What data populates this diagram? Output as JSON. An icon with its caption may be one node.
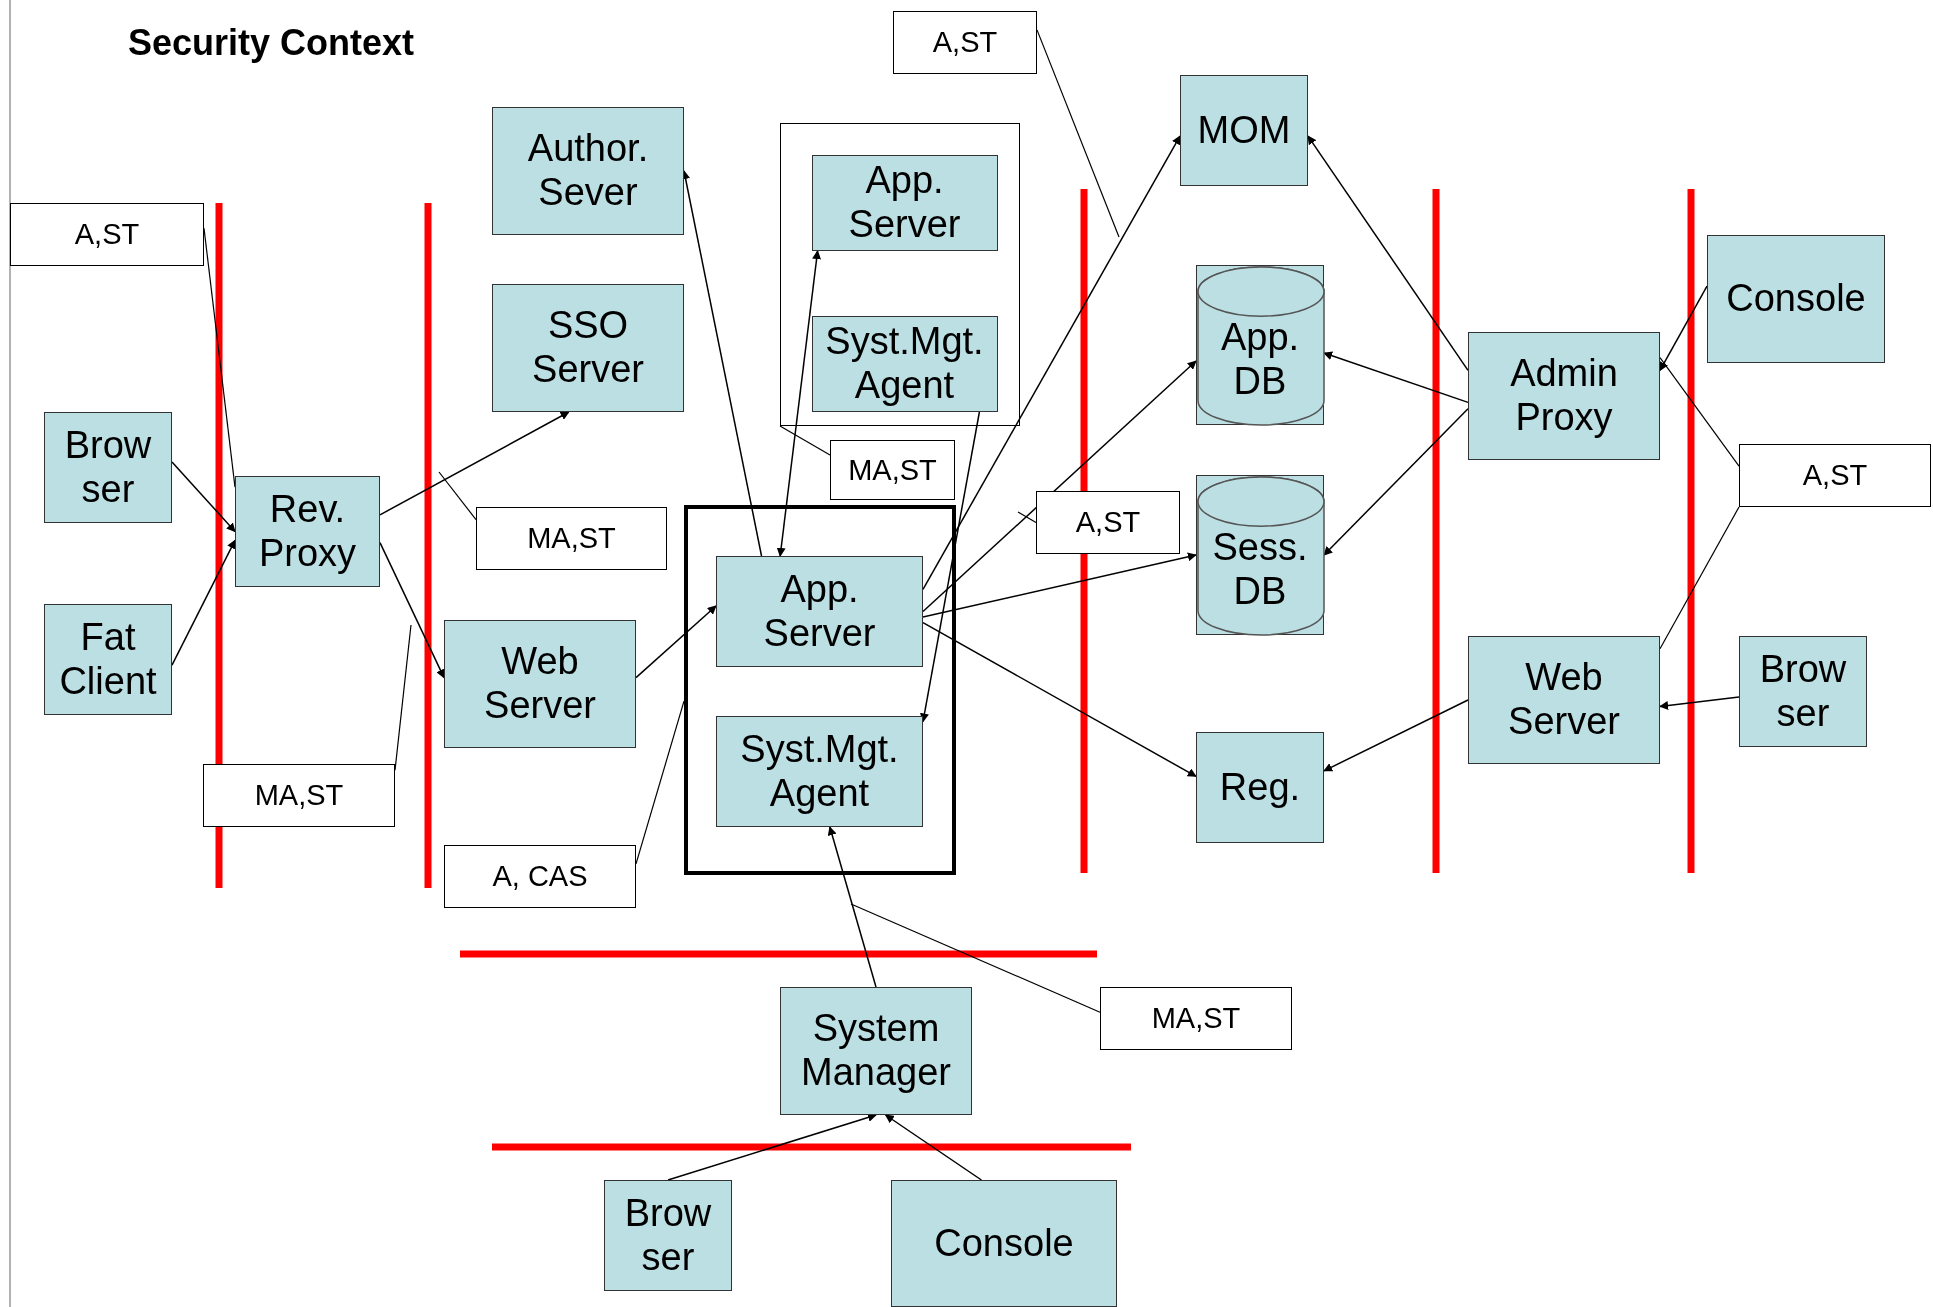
{
  "diagram": {
    "title": "Security Context",
    "nodes": [
      {
        "text": [
          "Brow ser"
        ]
      },
      {
        "text": [
          "Fat Client"
        ]
      },
      {
        "text": [
          "Rev. Proxy"
        ]
      },
      {
        "text": [
          "Author. Sever"
        ]
      },
      {
        "text": [
          "SSO Server"
        ]
      },
      {
        "text": [
          "Web Server"
        ]
      },
      {
        "text": [],
        "shape": "box"
      },
      {
        "text": [
          "App. Server"
        ],
        "in": 6
      },
      {
        "text": [
          "Syst.Mgt. Agent"
        ],
        "in": 6
      },
      {
        "text": [],
        "shape": "box"
      },
      {
        "text": [
          "App. Server"
        ],
        "in": 9
      },
      {
        "text": [
          "Syst.Mgt. Agent"
        ],
        "in": 9
      },
      {
        "text": [
          "MOM"
        ]
      },
      {
        "text": [
          "App. DB"
        ]
      },
      {
        "text": [
          "Sess. DB"
        ]
      },
      {
        "text": [
          "Reg."
        ]
      },
      {
        "text": [
          "Admin Proxy"
        ]
      },
      {
        "text": [
          "Console"
        ]
      },
      {
        "text": [
          "Web Server"
        ]
      },
      {
        "text": [
          "Brow ser"
        ]
      },
      {
        "text": [
          "System Manager"
        ]
      },
      {
        "text": [
          "Brow ser"
        ]
      },
      {
        "text": [
          "Console"
        ]
      },
      {
        "text": [
          "A,ST"
        ]
      },
      {
        "text": [
          "MA,ST"
        ]
      },
      {
        "text": [
          "MA,ST"
        ]
      },
      {
        "text": [
          "A, CAS"
        ]
      },
      {
        "text": [
          "A,ST"
        ]
      },
      {
        "text": [
          "MA,ST"
        ]
      },
      {
        "text": [
          "A,ST"
        ]
      },
      {
        "text": [
          "A,ST"
        ]
      },
      {
        "text": [
          "MA,ST"
        ]
      }
    ],
    "edges": [
      {
        "from": 0,
        "to": 2,
        "arrow": "to"
      },
      {
        "from": 1,
        "to": 2,
        "arrow": "to"
      },
      {
        "from": 2,
        "to": 4,
        "arrow": "to"
      },
      {
        "from": 2,
        "to": 5,
        "arrow": "to"
      },
      {
        "from": 5,
        "to": 10,
        "arrow": "to"
      },
      {
        "from": 10,
        "to": 3,
        "arrow": "to"
      },
      {
        "from": 7,
        "to": 10,
        "arrow": "both"
      },
      {
        "from": 8,
        "to": 11,
        "arrow": "to"
      },
      {
        "from": 10,
        "to": 12,
        "arrow": "to"
      },
      {
        "from": 10,
        "to": 13,
        "arrow": "to"
      },
      {
        "from": 10,
        "to": 14,
        "arrow": "to"
      },
      {
        "from": 10,
        "to": 15,
        "arrow": "to"
      },
      {
        "from": 16,
        "to": 12,
        "arrow": "to"
      },
      {
        "from": 16,
        "to": 13,
        "arrow": "to"
      },
      {
        "from": 16,
        "to": 14,
        "arrow": "to"
      },
      {
        "from": 17,
        "to": 16,
        "arrow": "to"
      },
      {
        "from": 19,
        "to": 18,
        "arrow": "to"
      },
      {
        "from": 18,
        "to": 15,
        "arrow": "to"
      },
      {
        "from": 20,
        "to": 11,
        "arrow": "to"
      },
      {
        "from": 21,
        "to": 20,
        "arrow": "to"
      },
      {
        "from": 22,
        "to": 20,
        "arrow": "to"
      },
      {
        "from": 23,
        "to": 2,
        "arrow": "none"
      },
      {
        "from": 24,
        "to": null,
        "arrow": "none"
      },
      {
        "from": 25,
        "to": null,
        "arrow": "none"
      },
      {
        "from": 26,
        "to": 9,
        "arrow": "none"
      },
      {
        "from": 27,
        "to": null,
        "arrow": "none"
      },
      {
        "from": 28,
        "to": 6,
        "arrow": "none"
      },
      {
        "from": 29,
        "to": null,
        "arrow": "none"
      },
      {
        "from": 30,
        "to": 16,
        "arrow": "none"
      },
      {
        "from": 30,
        "to": 18,
        "arrow": "none"
      },
      {
        "from": 31,
        "to": null,
        "arrow": "none"
      }
    ]
  }
}
